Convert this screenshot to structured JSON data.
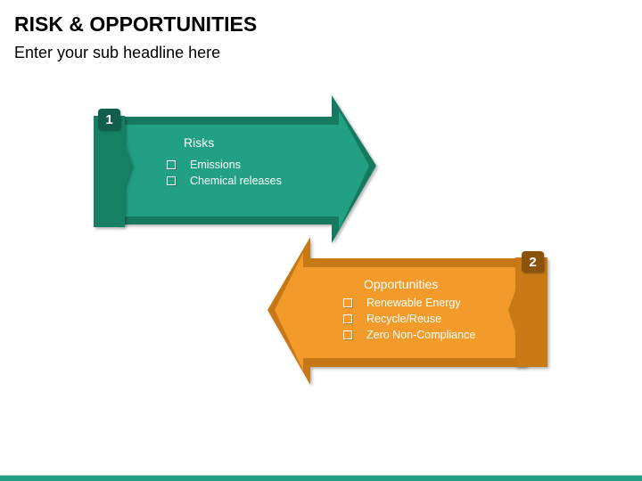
{
  "header": {
    "title": "RISK & OPPORTUNITIES",
    "subtitle": "Enter your sub headline here"
  },
  "panels": [
    {
      "number": "1",
      "heading": "Risks",
      "direction": "right",
      "items": [
        "Emissions",
        "Chemical releases"
      ],
      "colors": {
        "fill": "#21a083",
        "dark": "#177a61",
        "tab": "#188064",
        "badge": "#125e4b"
      }
    },
    {
      "number": "2",
      "heading": "Opportunities",
      "direction": "left",
      "items": [
        "Renewable Energy",
        "Recycle/Reuse",
        "Zero Non-Compliance"
      ],
      "colors": {
        "fill": "#f29b2c",
        "dark": "#c77817",
        "tab": "#c97a14",
        "badge": "#8a520c"
      }
    }
  ],
  "footer": {
    "color": "#21a083"
  },
  "icons": {
    "bullet": "checkbox-icon"
  }
}
